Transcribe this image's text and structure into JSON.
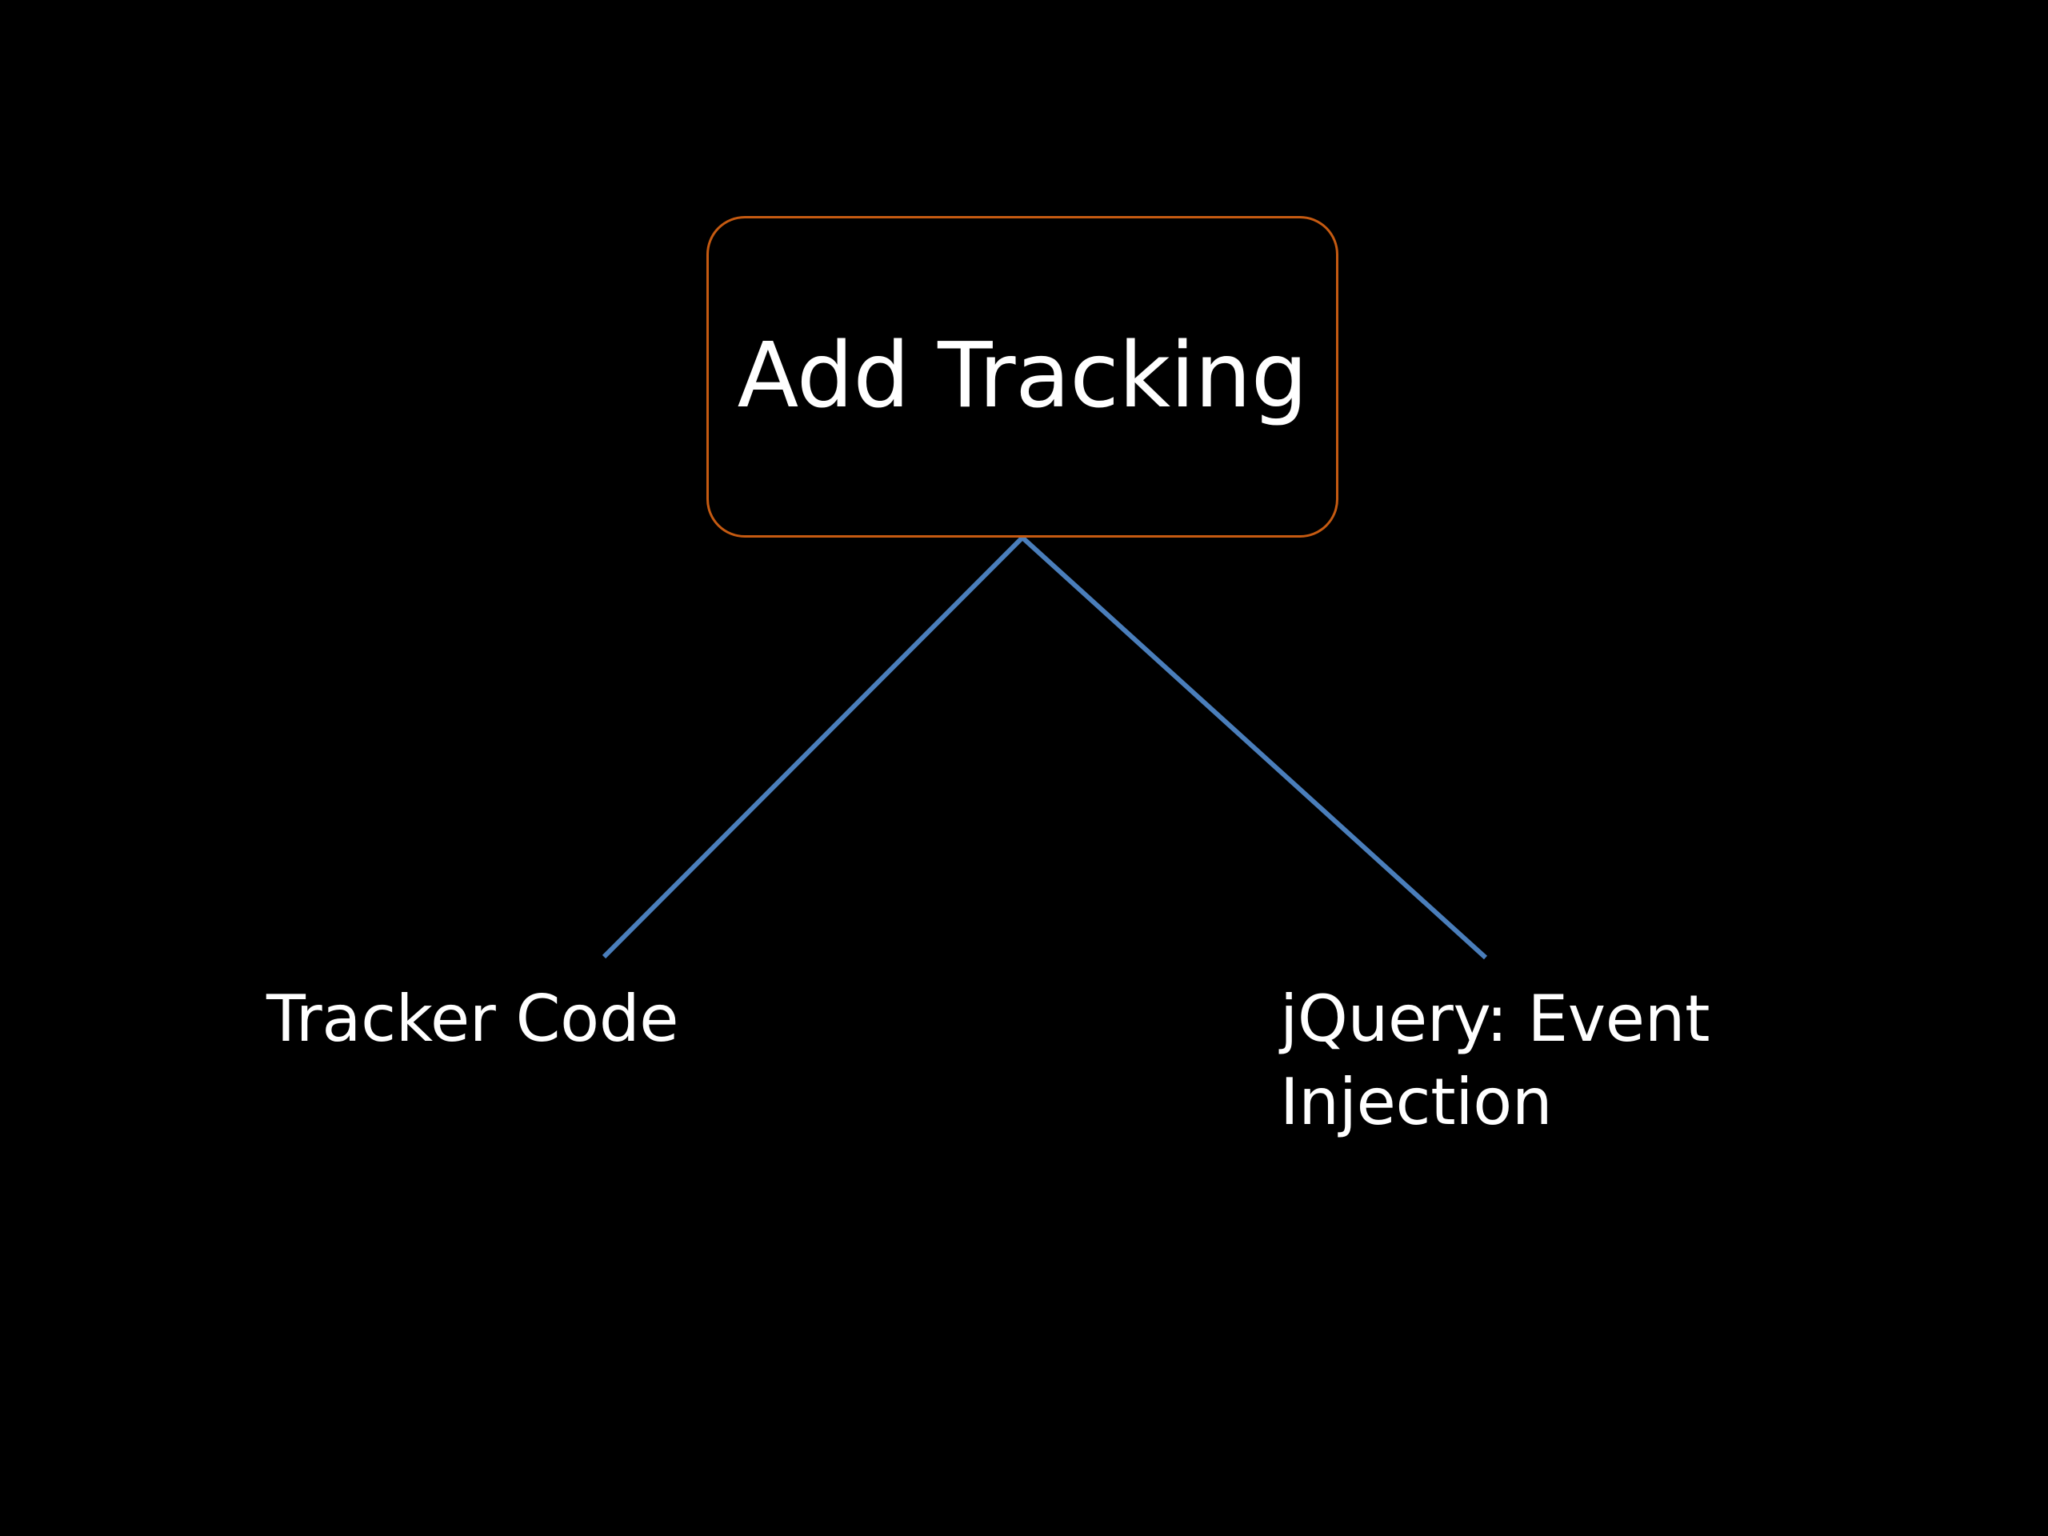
{
  "slide": {
    "background_color": "#000000",
    "title_node": {
      "label": "Add Tracking",
      "border_color": "#C55A11",
      "text_color": "#FFFFFF",
      "shape": "rounded-rectangle"
    },
    "connector_color": "#4A7EBB",
    "branches": [
      {
        "id": "tracker-code",
        "label": "Tracker Code",
        "lines": [
          "Tracker Code"
        ],
        "text_color": "#FFFFFF"
      },
      {
        "id": "jquery-event-injection",
        "label": "jQuery: Event Injection",
        "lines": [
          "jQuery: Event",
          "Injection"
        ],
        "text_color": "#FFFFFF"
      }
    ]
  }
}
